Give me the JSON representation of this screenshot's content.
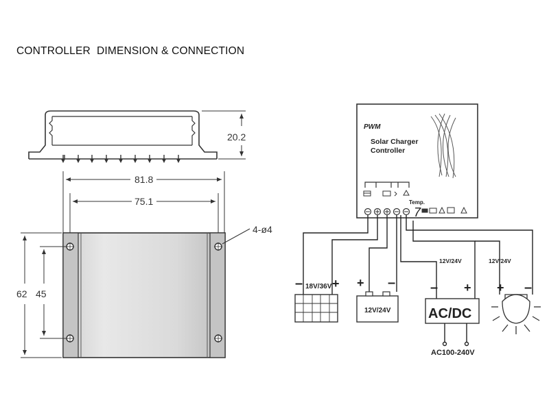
{
  "title": "CONTROLLER  DIMENSION & CONNECTION",
  "dimensions": {
    "height": "20.2",
    "overall_width": "81.8",
    "hole_spacing_width": "75.1",
    "overall_length": "62",
    "hole_spacing_length": "45",
    "holes": "4-ø4"
  },
  "controller": {
    "brand": "PWM",
    "line1": "Solar Charger",
    "line2": "Controller",
    "temp_label": "Temp."
  },
  "components": {
    "panel_voltage": "18V/36V",
    "battery_voltage": "12V/24V",
    "acdc_label": "AC/DC",
    "acdc_voltage": "12V/24V",
    "ac_input": "AC100-240V",
    "lamp_voltage": "12V/24V",
    "plus": "+",
    "minus": "–"
  }
}
